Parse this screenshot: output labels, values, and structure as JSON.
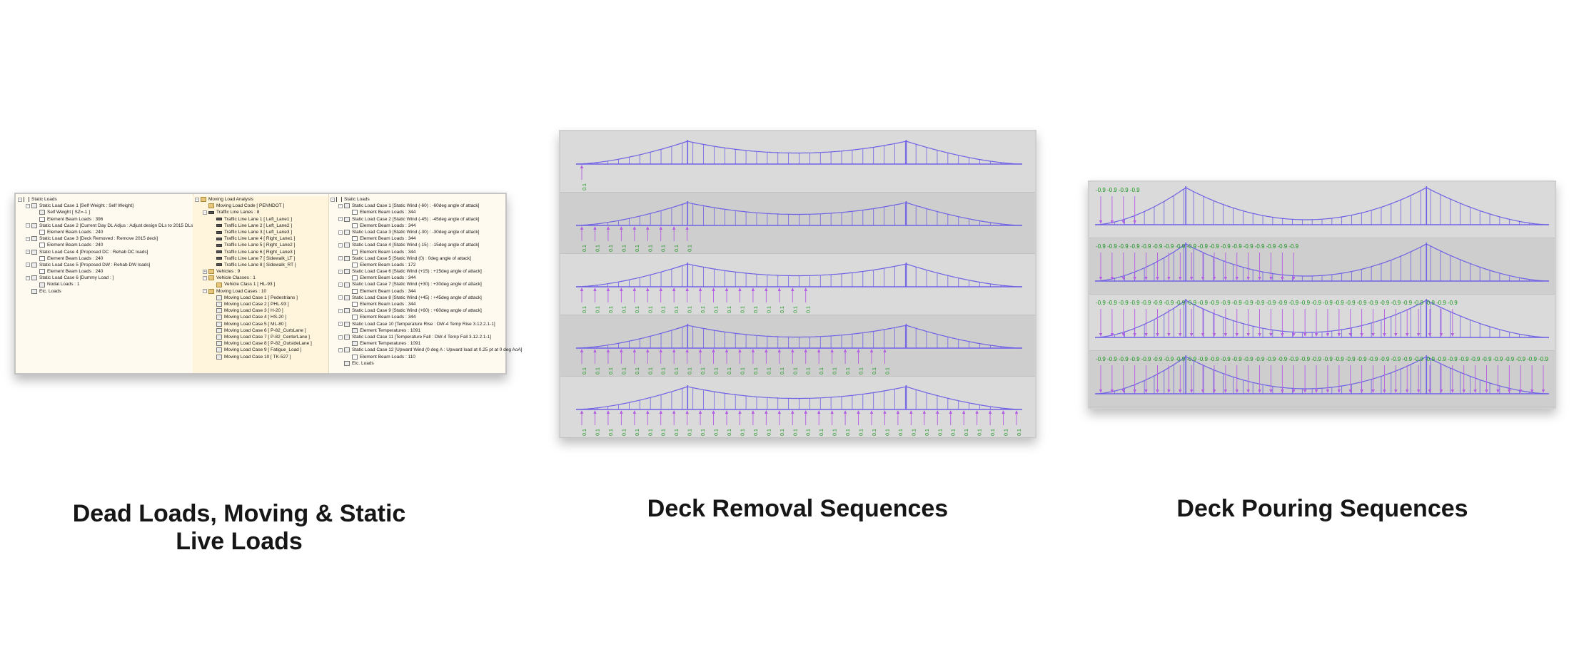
{
  "captions": {
    "left": "Dead Loads, Moving & Static Live Loads",
    "middle": "Deck Removal Sequences",
    "right": "Deck Pouring Sequences"
  },
  "tree_columns": [
    {
      "nodes": [
        {
          "label": "Static Loads",
          "level": 0,
          "toggle": "-",
          "icon": "arrow-down-icon"
        },
        {
          "label": "Static Load Case 1 [Self Weight : Self Weight]",
          "level": 1,
          "toggle": "-",
          "icon": "load-case-icon"
        },
        {
          "label": "Self Weight [ SZ=-1 ]",
          "level": 2,
          "toggle": "",
          "icon": "self-weight-icon"
        },
        {
          "label": "Element Beam Loads : 396",
          "level": 2,
          "toggle": "",
          "icon": "beam-load-icon"
        },
        {
          "label": "Static Load Case 2 [Current Day DL Adjus : Adjust design DLs to 2015 DLs]",
          "level": 1,
          "toggle": "-",
          "icon": "load-case-icon"
        },
        {
          "label": "Element Beam Loads : 240",
          "level": 2,
          "toggle": "",
          "icon": "beam-load-icon"
        },
        {
          "label": "Static Load Case 3 [Deck Removed : Remove 2015 deck]",
          "level": 1,
          "toggle": "-",
          "icon": "load-case-icon"
        },
        {
          "label": "Element Beam Loads : 240",
          "level": 2,
          "toggle": "",
          "icon": "beam-load-icon"
        },
        {
          "label": "Static Load Case 4 [Proposed DC : Rehab DC loads]",
          "level": 1,
          "toggle": "-",
          "icon": "load-case-icon"
        },
        {
          "label": "Element Beam Loads : 240",
          "level": 2,
          "toggle": "",
          "icon": "beam-load-icon"
        },
        {
          "label": "Static Load Case 5 [Proposed DW : Rehab DW loads]",
          "level": 1,
          "toggle": "-",
          "icon": "load-case-icon"
        },
        {
          "label": "Element Beam Loads : 240",
          "level": 2,
          "toggle": "",
          "icon": "beam-load-icon"
        },
        {
          "label": "Static Load Case 6 [Dummy Load : ]",
          "level": 1,
          "toggle": "-",
          "icon": "load-case-icon"
        },
        {
          "label": "Nodal Loads : 1",
          "level": 2,
          "toggle": "",
          "icon": "nodal-load-icon"
        },
        {
          "label": "Etc. Loads",
          "level": 1,
          "toggle": "",
          "icon": "etc-loads-icon"
        }
      ]
    },
    {
      "nodes": [
        {
          "label": "Moving Load Analysis",
          "level": 0,
          "toggle": "-",
          "icon": "folder-icon"
        },
        {
          "label": "Moving Load Code [ PENNDOT ]",
          "level": 1,
          "toggle": "",
          "icon": "folder-icon"
        },
        {
          "label": "Traffic Line Lanes : 8",
          "level": 1,
          "toggle": "-",
          "icon": "lane-icon"
        },
        {
          "label": "Traffic Line Lane 1 [ Left_Lane1 ]",
          "level": 2,
          "toggle": "",
          "icon": "lane-icon"
        },
        {
          "label": "Traffic Line Lane 2 [ Left_Lane2 ]",
          "level": 2,
          "toggle": "",
          "icon": "lane-icon"
        },
        {
          "label": "Traffic Line Lane 3 [ Left_Lane3 ]",
          "level": 2,
          "toggle": "",
          "icon": "lane-icon"
        },
        {
          "label": "Traffic Line Lane 4 [ Right_Lane1 ]",
          "level": 2,
          "toggle": "",
          "icon": "lane-icon"
        },
        {
          "label": "Traffic Line Lane 5 [ Right_Lane2 ]",
          "level": 2,
          "toggle": "",
          "icon": "lane-icon"
        },
        {
          "label": "Traffic Line Lane 6 [ Right_Lane3 ]",
          "level": 2,
          "toggle": "",
          "icon": "lane-icon"
        },
        {
          "label": "Traffic Line Lane 7 [ Sidewalk_LT ]",
          "level": 2,
          "toggle": "",
          "icon": "lane-icon"
        },
        {
          "label": "Traffic Line Lane 8 [ Sidewalk_RT ]",
          "level": 2,
          "toggle": "",
          "icon": "lane-icon"
        },
        {
          "label": "Vehicles : 9",
          "level": 1,
          "toggle": "+",
          "icon": "vehicle-icon"
        },
        {
          "label": "Vehicle Classes : 1",
          "level": 1,
          "toggle": "-",
          "icon": "folder-icon"
        },
        {
          "label": "Vehicle Class 1 [ HL-93 ]",
          "level": 2,
          "toggle": "",
          "icon": "folder-icon"
        },
        {
          "label": "Moving Load Cases : 10",
          "level": 1,
          "toggle": "-",
          "icon": "folder-icon"
        },
        {
          "label": "Moving Load Case 1 [ Pedestrians ]",
          "level": 2,
          "toggle": "",
          "icon": "moving-case-icon"
        },
        {
          "label": "Moving Load Case 2 [ PHL-93 ]",
          "level": 2,
          "toggle": "",
          "icon": "moving-case-icon"
        },
        {
          "label": "Moving Load Case 3 [ H-20 ]",
          "level": 2,
          "toggle": "",
          "icon": "moving-case-icon"
        },
        {
          "label": "Moving Load Case 4 [ HS-20 ]",
          "level": 2,
          "toggle": "",
          "icon": "moving-case-icon"
        },
        {
          "label": "Moving Load Case 5 [ ML-80 ]",
          "level": 2,
          "toggle": "",
          "icon": "moving-case-icon"
        },
        {
          "label": "Moving Load Case 6 [ P-82_CurbLane ]",
          "level": 2,
          "toggle": "",
          "icon": "moving-case-icon"
        },
        {
          "label": "Moving Load Case 7 [ P-82_CenterLane ]",
          "level": 2,
          "toggle": "",
          "icon": "moving-case-icon"
        },
        {
          "label": "Moving Load Case 8 [ P-82_OutsideLane ]",
          "level": 2,
          "toggle": "",
          "icon": "moving-case-icon"
        },
        {
          "label": "Moving Load Case 9 [ Fatigue_Load ]",
          "level": 2,
          "toggle": "",
          "icon": "moving-case-icon"
        },
        {
          "label": "Moving Load Case 10 [ TK-527 ]",
          "level": 2,
          "toggle": "",
          "icon": "moving-case-icon"
        }
      ]
    },
    {
      "nodes": [
        {
          "label": "Static Loads",
          "level": 0,
          "toggle": "-",
          "icon": "arrow-down-icon"
        },
        {
          "label": "Static Load Case 1 [Static Wind (-60) : -60deg angle of attack]",
          "level": 1,
          "toggle": "-",
          "icon": "load-case-icon"
        },
        {
          "label": "Element Beam Loads : 344",
          "level": 2,
          "toggle": "",
          "icon": "beam-load-icon"
        },
        {
          "label": "Static Load Case 2 [Static Wind (-45) : -45deg angle of attack]",
          "level": 1,
          "toggle": "-",
          "icon": "load-case-icon"
        },
        {
          "label": "Element Beam Loads : 344",
          "level": 2,
          "toggle": "",
          "icon": "beam-load-icon"
        },
        {
          "label": "Static Load Case 3 [Static Wind (-30) : -30deg angle of attack]",
          "level": 1,
          "toggle": "-",
          "icon": "load-case-icon"
        },
        {
          "label": "Element Beam Loads : 344",
          "level": 2,
          "toggle": "",
          "icon": "beam-load-icon"
        },
        {
          "label": "Static Load Case 4 [Static Wind (-15) : -15deg angle of attack]",
          "level": 1,
          "toggle": "-",
          "icon": "load-case-icon"
        },
        {
          "label": "Element Beam Loads : 344",
          "level": 2,
          "toggle": "",
          "icon": "beam-load-icon"
        },
        {
          "label": "Static Load Case 5 [Static Wind (0) : 0deg angle of attack]",
          "level": 1,
          "toggle": "-",
          "icon": "load-case-icon"
        },
        {
          "label": "Element Beam Loads : 172",
          "level": 2,
          "toggle": "",
          "icon": "beam-load-icon"
        },
        {
          "label": "Static Load Case 6 [Static Wind (+15) : +15deg angle of attack]",
          "level": 1,
          "toggle": "-",
          "icon": "load-case-icon"
        },
        {
          "label": "Element Beam Loads : 344",
          "level": 2,
          "toggle": "",
          "icon": "beam-load-icon"
        },
        {
          "label": "Static Load Case 7 [Static Wind (+30) : +30deg angle of attack]",
          "level": 1,
          "toggle": "-",
          "icon": "load-case-icon"
        },
        {
          "label": "Element Beam Loads : 344",
          "level": 2,
          "toggle": "",
          "icon": "beam-load-icon"
        },
        {
          "label": "Static Load Case 8 [Static Wind (+45) : +45deg angle of attack]",
          "level": 1,
          "toggle": "-",
          "icon": "load-case-icon"
        },
        {
          "label": "Element Beam Loads : 344",
          "level": 2,
          "toggle": "",
          "icon": "beam-load-icon"
        },
        {
          "label": "Static Load Case 9 [Static Wind (+60) : +60deg angle of attack]",
          "level": 1,
          "toggle": "-",
          "icon": "load-case-icon"
        },
        {
          "label": "Element Beam Loads : 344",
          "level": 2,
          "toggle": "",
          "icon": "beam-load-icon"
        },
        {
          "label": "Static Load Case 10 [Temperature Rise : DW-4 Temp Rise 3.12.2.1-1]",
          "level": 1,
          "toggle": "-",
          "icon": "load-case-icon"
        },
        {
          "label": "Element Temperatures : 1091",
          "level": 2,
          "toggle": "",
          "icon": "temperature-icon"
        },
        {
          "label": "Static Load Case 11 [Temperature Fall : DW-4 Temp Fall 3.12.2.1-1]",
          "level": 1,
          "toggle": "-",
          "icon": "load-case-icon"
        },
        {
          "label": "Element Temperatures : 1091",
          "level": 2,
          "toggle": "",
          "icon": "temperature-icon"
        },
        {
          "label": "Static Load Case 12 [Upward Wind (0 deg A : Upward load at 0.25 pt at 0 deg AoA]",
          "level": 1,
          "toggle": "-",
          "icon": "load-case-icon"
        },
        {
          "label": "Element Beam Loads : 110",
          "level": 2,
          "toggle": "",
          "icon": "beam-load-icon"
        },
        {
          "label": "Etc. Loads",
          "level": 1,
          "toggle": "",
          "icon": "etc-loads-icon"
        }
      ]
    }
  ],
  "deck_removal": {
    "load_label": "0.1",
    "stages": [
      {
        "loaded_fraction": 0.02
      },
      {
        "loaded_fraction": 0.26
      },
      {
        "loaded_fraction": 0.52
      },
      {
        "loaded_fraction": 0.7
      },
      {
        "loaded_fraction": 1.0
      }
    ]
  },
  "deck_pouring": {
    "load_label": "-0.9",
    "stages": [
      {
        "loaded_fraction": 0.1
      },
      {
        "loaded_fraction": 0.45
      },
      {
        "loaded_fraction": 0.8
      },
      {
        "loaded_fraction": 1.0
      }
    ]
  },
  "colors": {
    "structure": "#6f62e4",
    "load_arrow": "#b35ee3",
    "load_label": "#17961c"
  }
}
